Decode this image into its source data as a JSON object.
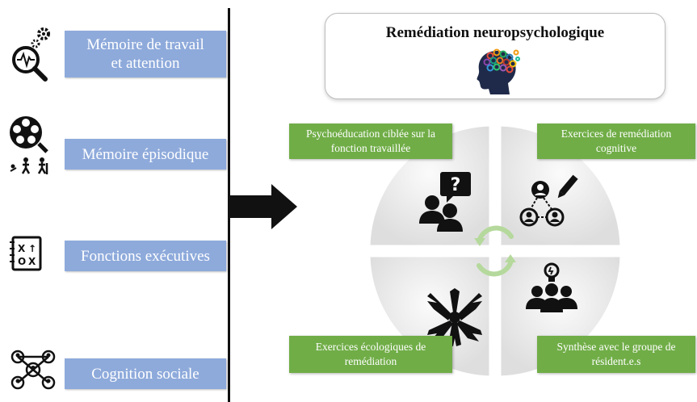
{
  "domains": [
    {
      "label": "Mémoire de travail et attention",
      "line1": "Mémoire de travail",
      "line2": "et attention",
      "icon": "magnifier-pulse-gears-icon"
    },
    {
      "label": "Mémoire épisodique",
      "icon": "film-reel-aging-icon"
    },
    {
      "label": "Fonctions exécutives",
      "icon": "strategy-board-icon"
    },
    {
      "label": "Cognition sociale",
      "icon": "social-network-icon"
    }
  ],
  "title": "Remédiation neuropsychologique",
  "steps": {
    "top_left": {
      "line1": "Psychoéducation ciblée sur la",
      "line2": "fonction travaillée",
      "icon": "person-question-icon"
    },
    "top_right": {
      "line1": "Exercices de remédiation",
      "line2": "cognitive",
      "icon": "people-network-pencil-icon"
    },
    "bottom_left": {
      "line1": "Exercices écologiques de",
      "line2": "remédiation",
      "icon": "hands-together-icon"
    },
    "bottom_right": {
      "line1": "Synthèse avec le groupe de",
      "line2": "résident.e.s",
      "icon": "group-lightbulb-icon"
    }
  },
  "colors": {
    "domain_box": "#8eaadb",
    "step_box": "#70ad47",
    "cycle_arrows": "#b5d99c",
    "circle": "#e9e9e9"
  }
}
